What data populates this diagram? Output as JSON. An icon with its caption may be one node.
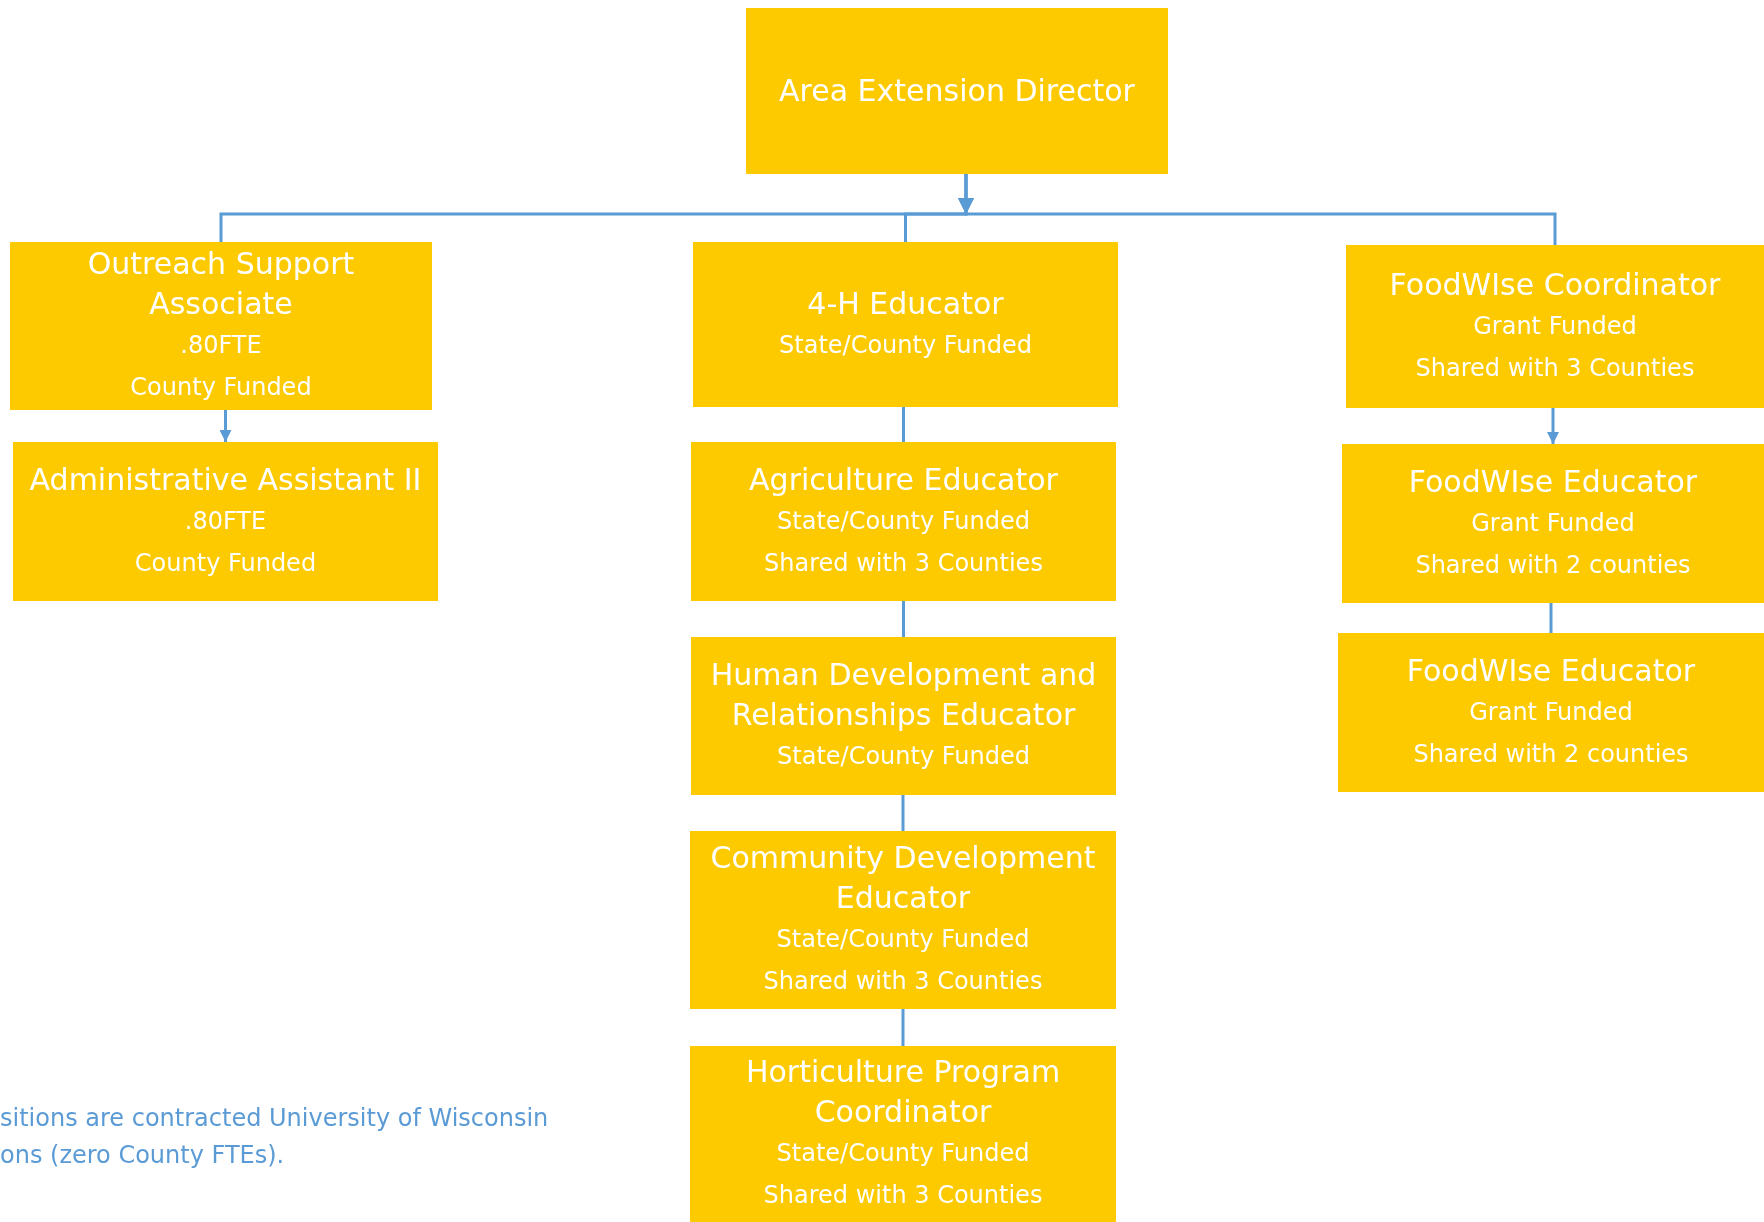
{
  "diagram": {
    "nodes": [
      {
        "text": [
          "Area Extension Director"
        ]
      },
      {
        "text": [
          "Outreach Support Associate",
          ".80FTE",
          "County Funded"
        ]
      },
      {
        "text": [
          "Administrative Assistant II",
          ".80FTE",
          "County Funded"
        ]
      },
      {
        "text": [
          "4-H Educator",
          "State/County Funded"
        ]
      },
      {
        "text": [
          "Agriculture Educator",
          "State/County Funded",
          "Shared with 3 Counties"
        ]
      },
      {
        "text": [
          "Human Development and Relationships Educator",
          "State/County Funded"
        ]
      },
      {
        "text": [
          "Community Development Educator",
          "State/County Funded",
          "Shared with 3 Counties"
        ]
      },
      {
        "text": [
          "Horticulture Program Coordinator",
          "State/County Funded",
          "Shared with 3 Counties"
        ]
      },
      {
        "text": [
          "FoodWIse Coordinator",
          "Grant Funded",
          "Shared with 3 Counties"
        ]
      },
      {
        "text": [
          "FoodWIse Educator",
          "Grant Funded",
          "Shared with 2 counties"
        ]
      },
      {
        "text": [
          "FoodWIse Educator",
          "Grant Funded",
          "Shared with 2 counties"
        ]
      }
    ],
    "edges": [
      {
        "from": 0,
        "to": 1,
        "arrow": "to"
      },
      {
        "from": 0,
        "to": 3,
        "arrow": "to"
      },
      {
        "from": 0,
        "to": 8,
        "arrow": "to"
      },
      {
        "from": 1,
        "to": 2,
        "arrow": "to"
      },
      {
        "from": 3,
        "to": 4,
        "arrow": "none"
      },
      {
        "from": 4,
        "to": 5,
        "arrow": "none"
      },
      {
        "from": 5,
        "to": 6,
        "arrow": "none"
      },
      {
        "from": 6,
        "to": 7,
        "arrow": "none"
      },
      {
        "from": 8,
        "to": 9,
        "arrow": "to"
      },
      {
        "from": 9,
        "to": 10,
        "arrow": "none"
      }
    ],
    "labels": [
      "sitions are contracted University of Wisconsin ons (zero County FTEs)."
    ]
  }
}
